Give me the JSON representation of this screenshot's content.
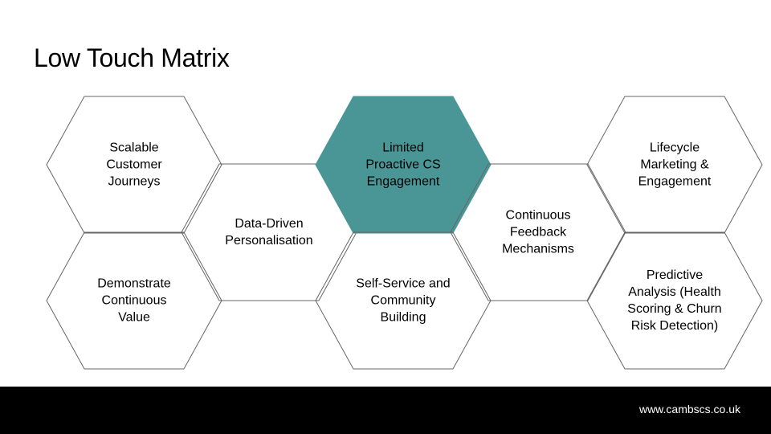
{
  "slide": {
    "title": "Low Touch Matrix",
    "footer_url": "www.cambscs.co.uk"
  },
  "colors": {
    "highlight": "#4a9696",
    "outline": "#666666",
    "text": "#000000",
    "footer_bg": "#000000",
    "footer_text": "#ffffff"
  },
  "hexagons": [
    {
      "id": "scalable-customer-journeys",
      "lines": [
        "Scalable",
        "Customer",
        "Journeys"
      ],
      "highlighted": false
    },
    {
      "id": "demonstrate-continuous-value",
      "lines": [
        "Demonstrate",
        "Continuous",
        "Value"
      ],
      "highlighted": false
    },
    {
      "id": "data-driven-personalisation",
      "lines": [
        "Data-Driven",
        "Personalisation"
      ],
      "highlighted": false
    },
    {
      "id": "limited-proactive-cs-engagement",
      "lines": [
        "Limited",
        "Proactive CS",
        "Engagement"
      ],
      "highlighted": true
    },
    {
      "id": "self-service-community-building",
      "lines": [
        "Self-Service and",
        "Community",
        "Building"
      ],
      "highlighted": false
    },
    {
      "id": "continuous-feedback-mechanisms",
      "lines": [
        "Continuous",
        "Feedback",
        "Mechanisms"
      ],
      "highlighted": false
    },
    {
      "id": "lifecycle-marketing-engagement",
      "lines": [
        "Lifecycle",
        "Marketing &",
        "Engagement"
      ],
      "highlighted": false
    },
    {
      "id": "predictive-analysis",
      "lines": [
        "Predictive",
        "Analysis (Health",
        "Scoring & Churn",
        "Risk Detection)"
      ],
      "highlighted": false
    }
  ]
}
